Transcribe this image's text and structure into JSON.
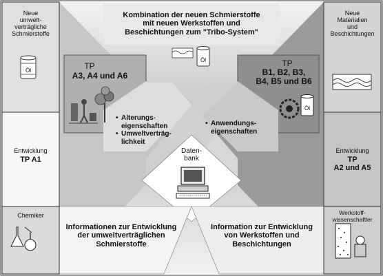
{
  "left_column": {
    "top": "Neue\numwelt-\nverträgliche\nSchmierstoffe",
    "middle_line1": "Entwicklung",
    "middle_line2": "TP A1",
    "bottom": "Chemiker",
    "oil_label": "Öl"
  },
  "right_column": {
    "top": "Neue\nMaterialien\nund\nBeschichtungen",
    "middle_line1": "Entwicklung",
    "middle_line2": "TP\nA2 und A5",
    "bottom": "Werkstoff-\nwissenschaftler"
  },
  "top_center": {
    "title": "Kombination der neuen Schmierstoffe\nmit neuen Werkstoffen und\nBeschichtungen zum \"Tribo-System\"",
    "oil_label": "Öl"
  },
  "left_panel": {
    "tp_label": "TP",
    "projects": "A3, A4 und A6"
  },
  "right_panel": {
    "tp_label": "TP",
    "projects": "B1, B2, B3,\nB4, B5 und B6",
    "oil_label": "Öl"
  },
  "left_bullets": [
    "Alterungs-\neigenschaften",
    "Umweltverträg-\nlichkeit"
  ],
  "right_bullets": [
    "Anwendungs-\neigenschaften"
  ],
  "center": {
    "label": "Daten-\nbank"
  },
  "bottom_left_text": "Informationen zur Entwicklung\nder umweltverträglichen\nSchmierstoffe",
  "bottom_right_text": "Information zur Entwicklung\nvon Werkstoffen und\nBeschichtungen",
  "colors": {
    "light_gray": "#dcdcdc",
    "mid_gray": "#b8b8b8",
    "dark_gray": "#8c8c8c",
    "panel_gray": "#a9a9a9",
    "border": "#333333"
  }
}
